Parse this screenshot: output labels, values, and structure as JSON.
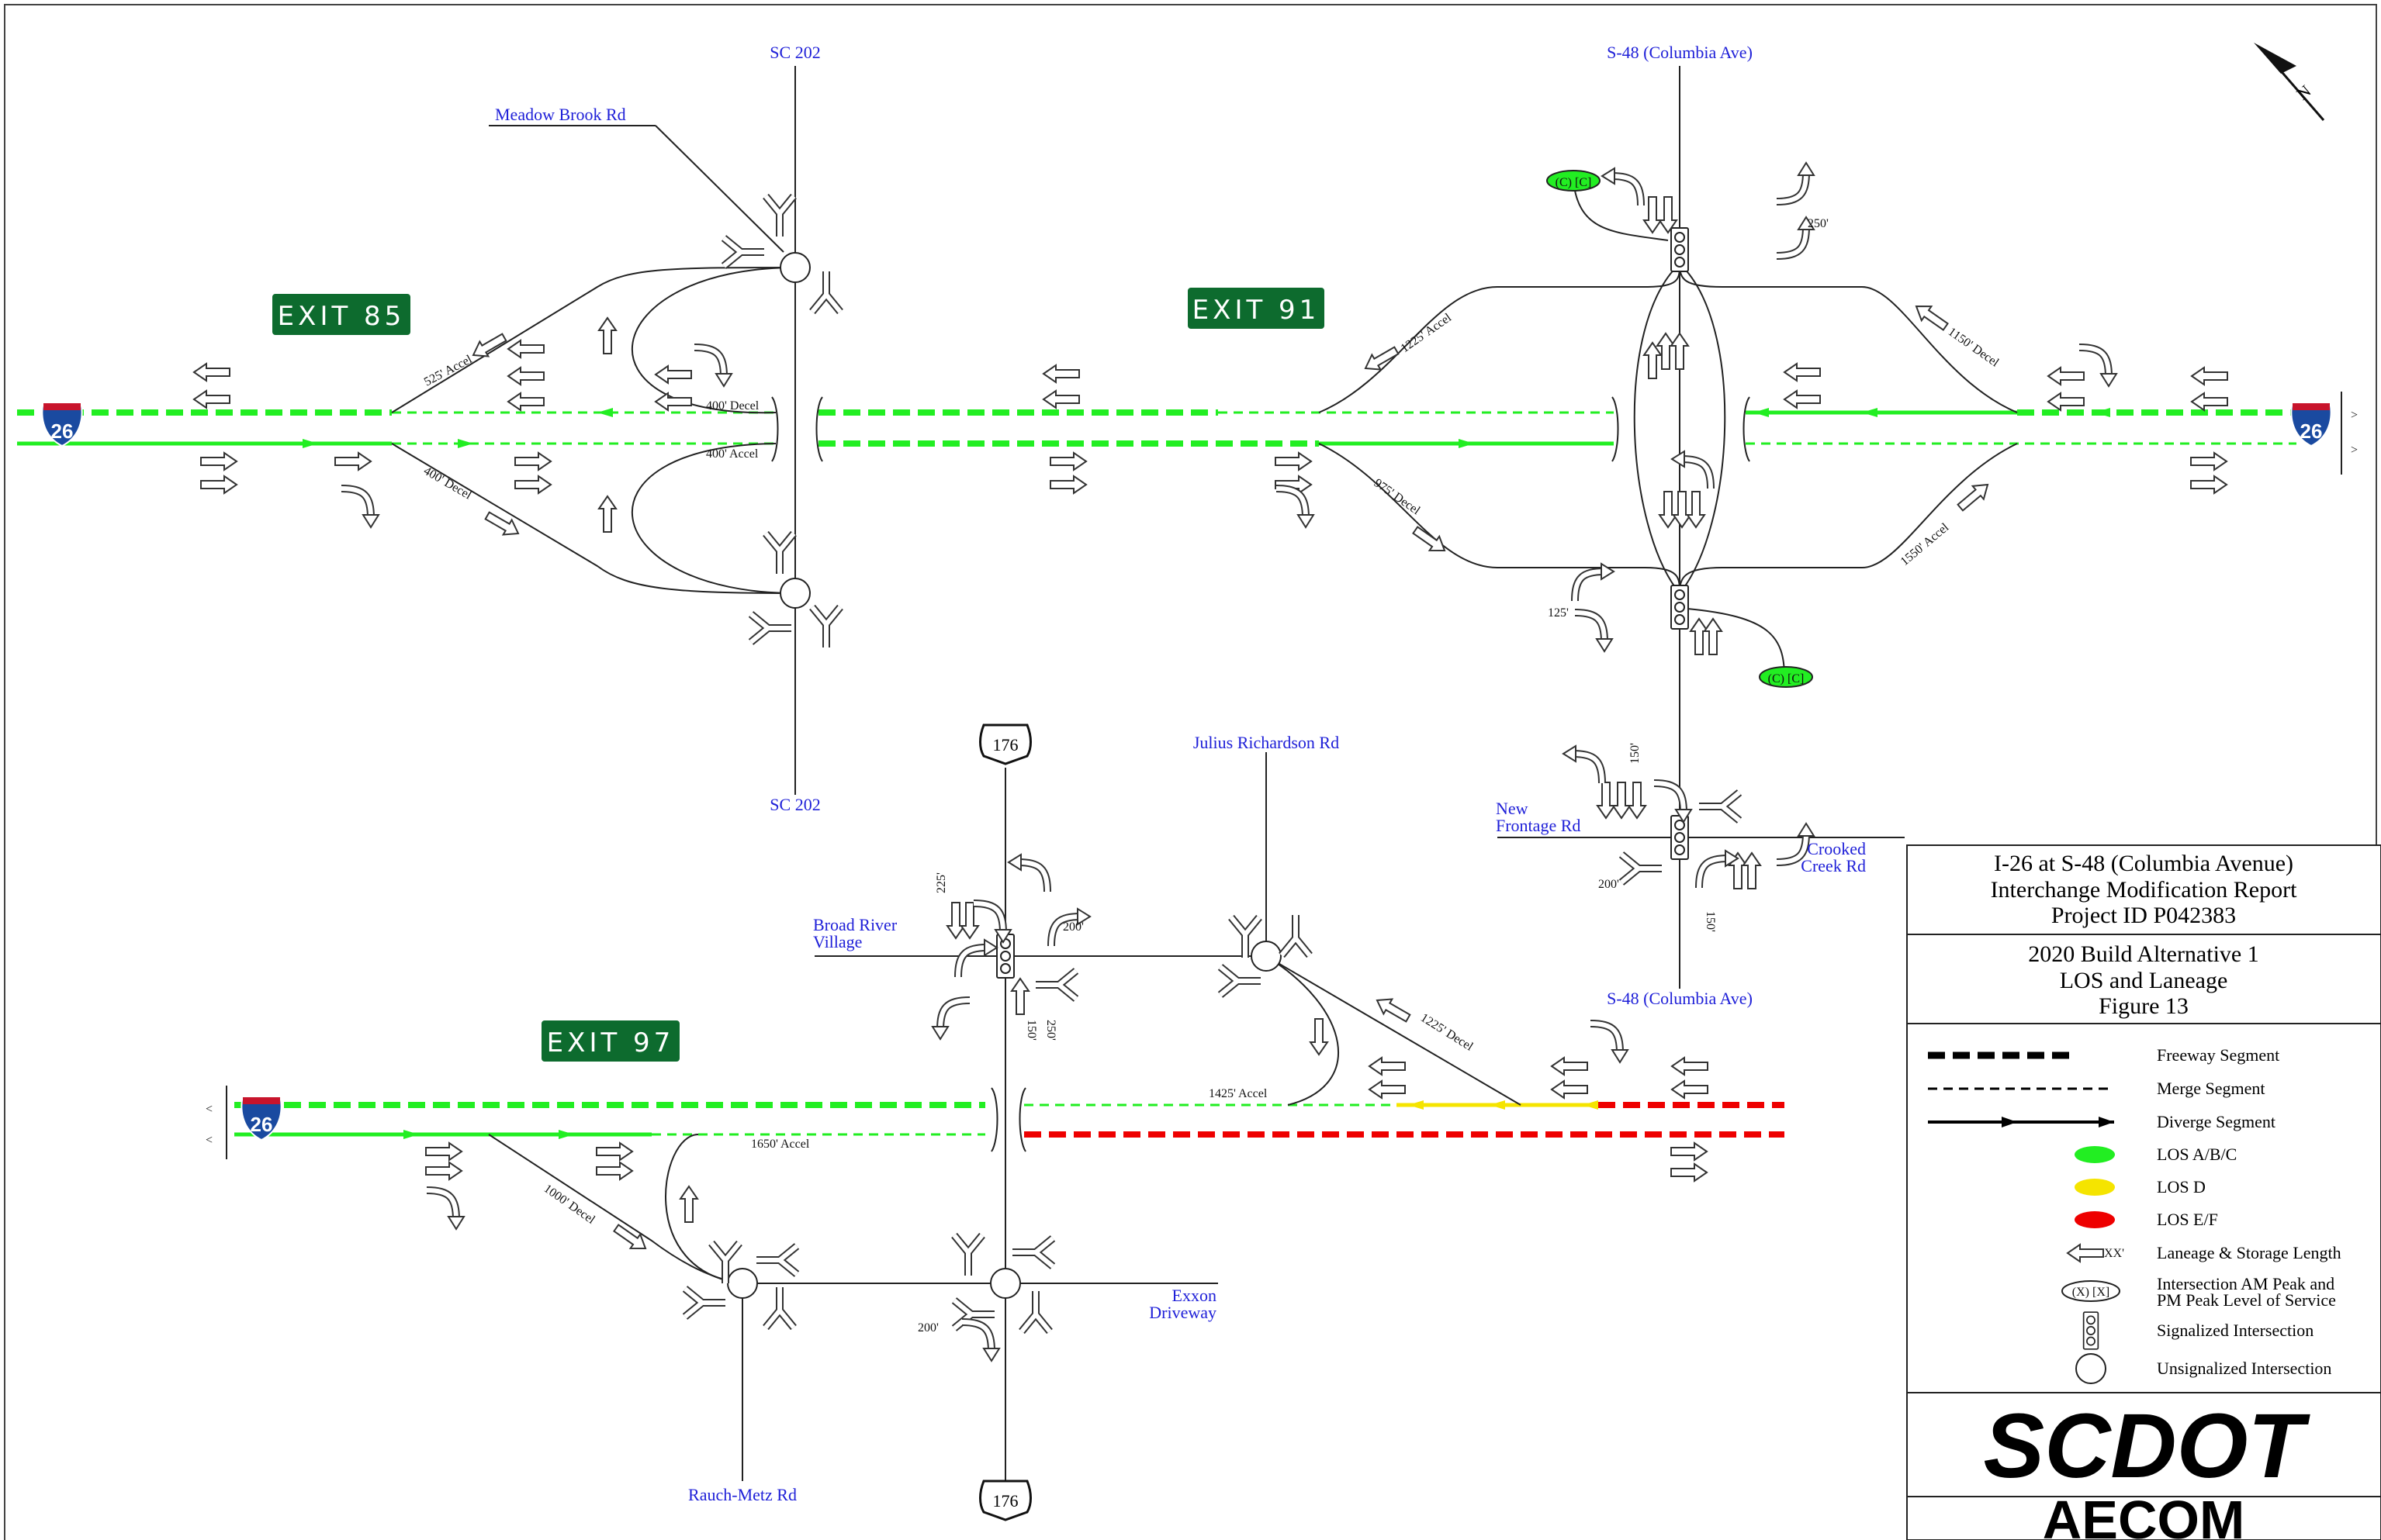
{
  "roads": {
    "sc202_top": "SC 202",
    "sc202_bottom": "SC 202",
    "meadow_brook": "Meadow Brook Rd",
    "s48_top": "S-48 (Columbia Ave)",
    "s48_bottom": "S-48 (Columbia Ave)",
    "new_frontage_1": "New",
    "new_frontage_2": "Frontage Rd",
    "crooked_1": "Crooked",
    "crooked_2": "Creek Rd",
    "julius": "Julius Richardson Rd",
    "broad_river_1": "Broad River",
    "broad_river_2": "Village",
    "exxon_1": "Exxon",
    "exxon_2": "Driveway",
    "rauch": "Rauch-Metz Rd"
  },
  "exits": {
    "exit85": "EXIT  85",
    "exit91": "EXIT  91",
    "exit97": "EXIT  97"
  },
  "shields": {
    "i26": "26",
    "us176": "176"
  },
  "lengths": {
    "e85_525": "525' Accel",
    "e85_400a": "400' Decel",
    "e85_400b": "400' Accel",
    "e85_400c": "400' Decel",
    "e91_1225": "1225' Accel",
    "e91_975": "975' Decel",
    "e91_1150": "1150' Decel",
    "e91_1550": "1550' Accel",
    "e91_250": "250'",
    "e91_125": "125'",
    "nf_150": "150'",
    "nf_200": "200'",
    "nf_150b": "150'",
    "br_225": "225'",
    "br_200": "200'",
    "br_150": "150'",
    "br_250": "250'",
    "e97_1225": "1225' Decel",
    "e97_1425": "1425' Accel",
    "e97_1650": "1650' Accel",
    "e97_1000": "1000' Decel",
    "ex_200": "200'"
  },
  "los": {
    "s48_north": "(C) [C]",
    "s48_south": "(C) [C]"
  },
  "title_block": {
    "line1": "I-26 at S-48 (Columbia Avenue)",
    "line2": "Interchange Modification Report",
    "line3": "Project ID P042383",
    "line4": "2020 Build Alternative 1",
    "line5": "LOS and Laneage",
    "line6": "Figure 13"
  },
  "legend": {
    "freeway": "Freeway Segment",
    "merge": "Merge Segment",
    "diverge": "Diverge Segment",
    "los_abc": "LOS A/B/C",
    "los_d": "LOS D",
    "los_ef": "LOS E/F",
    "laneage": "Laneage & Storage Length",
    "laneage_tag": "XX'",
    "ilos_1": "Intersection AM Peak and",
    "ilos_2": "PM Peak Level of Service",
    "ilos_tag": "(X) [X]",
    "signal": "Signalized Intersection",
    "unsig": "Unsignalized Intersection"
  },
  "logos": {
    "scdot": "SCDOT",
    "aecom": "AECOM"
  },
  "north": "N",
  "colors": {
    "los_abc": "#22ee22",
    "los_d": "#f5e400",
    "los_ef": "#ee0000",
    "road_label": "#1f20d8",
    "exit_sign": "#0d6b2e",
    "i26_shield": "#1a4aa0"
  }
}
